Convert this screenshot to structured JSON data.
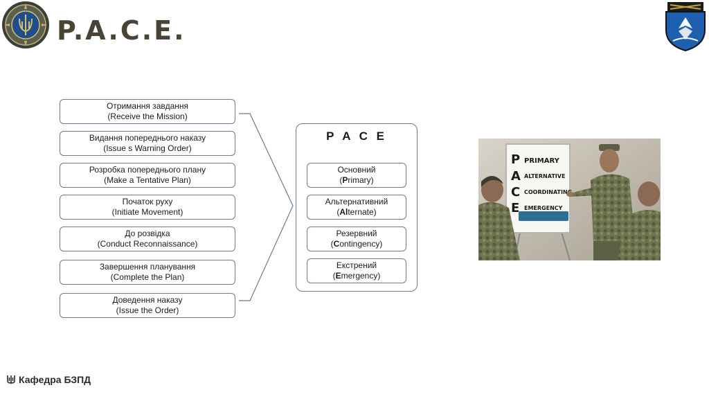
{
  "header": {
    "title": "P.A.C.E."
  },
  "steps": [
    {
      "line1": "Отримання завдання",
      "line2": "(Receive the Mission)"
    },
    {
      "line1": "Видання попереднього наказу",
      "line2": "(Issue s Warning Order)"
    },
    {
      "line1": "Розробка попереднього плану",
      "line2": "(Make a Tentative Plan)"
    },
    {
      "line1": "Початок руху",
      "line2": "(Initiate Movement)"
    },
    {
      "line1": "До розвідка",
      "line2": "(Conduct Reconnaissance)"
    },
    {
      "line1": "Завершення планування",
      "line2": "(Complete the Plan)"
    },
    {
      "line1": "Доведення наказу",
      "line2": "(Issue the Order)"
    }
  ],
  "pace": {
    "title": "P A C E",
    "items": [
      {
        "ua": "Основний",
        "bold": "P",
        "rest": "rimary"
      },
      {
        "ua": "Альтернативний",
        "bold": "Al",
        "rest": "ternate"
      },
      {
        "ua": "Резервний",
        "bold": "C",
        "rest": "ontingency"
      },
      {
        "ua": "Екстрений",
        "bold": "E",
        "rest": "mergency"
      }
    ]
  },
  "photo": {
    "board_letters": [
      "P",
      "A",
      "C",
      "E"
    ],
    "board_words": [
      "PRIMARY",
      "ALTERNATIVE",
      "COORDINATING",
      "EMERGENCY"
    ]
  },
  "footer": {
    "icon": "trident-icon",
    "label": "Кафедра БЗПД"
  },
  "colors": {
    "title": "#4a4436",
    "box_border": "#6b7a8f",
    "uniform": "#6f7450",
    "board_bar": "#2e6f95"
  }
}
